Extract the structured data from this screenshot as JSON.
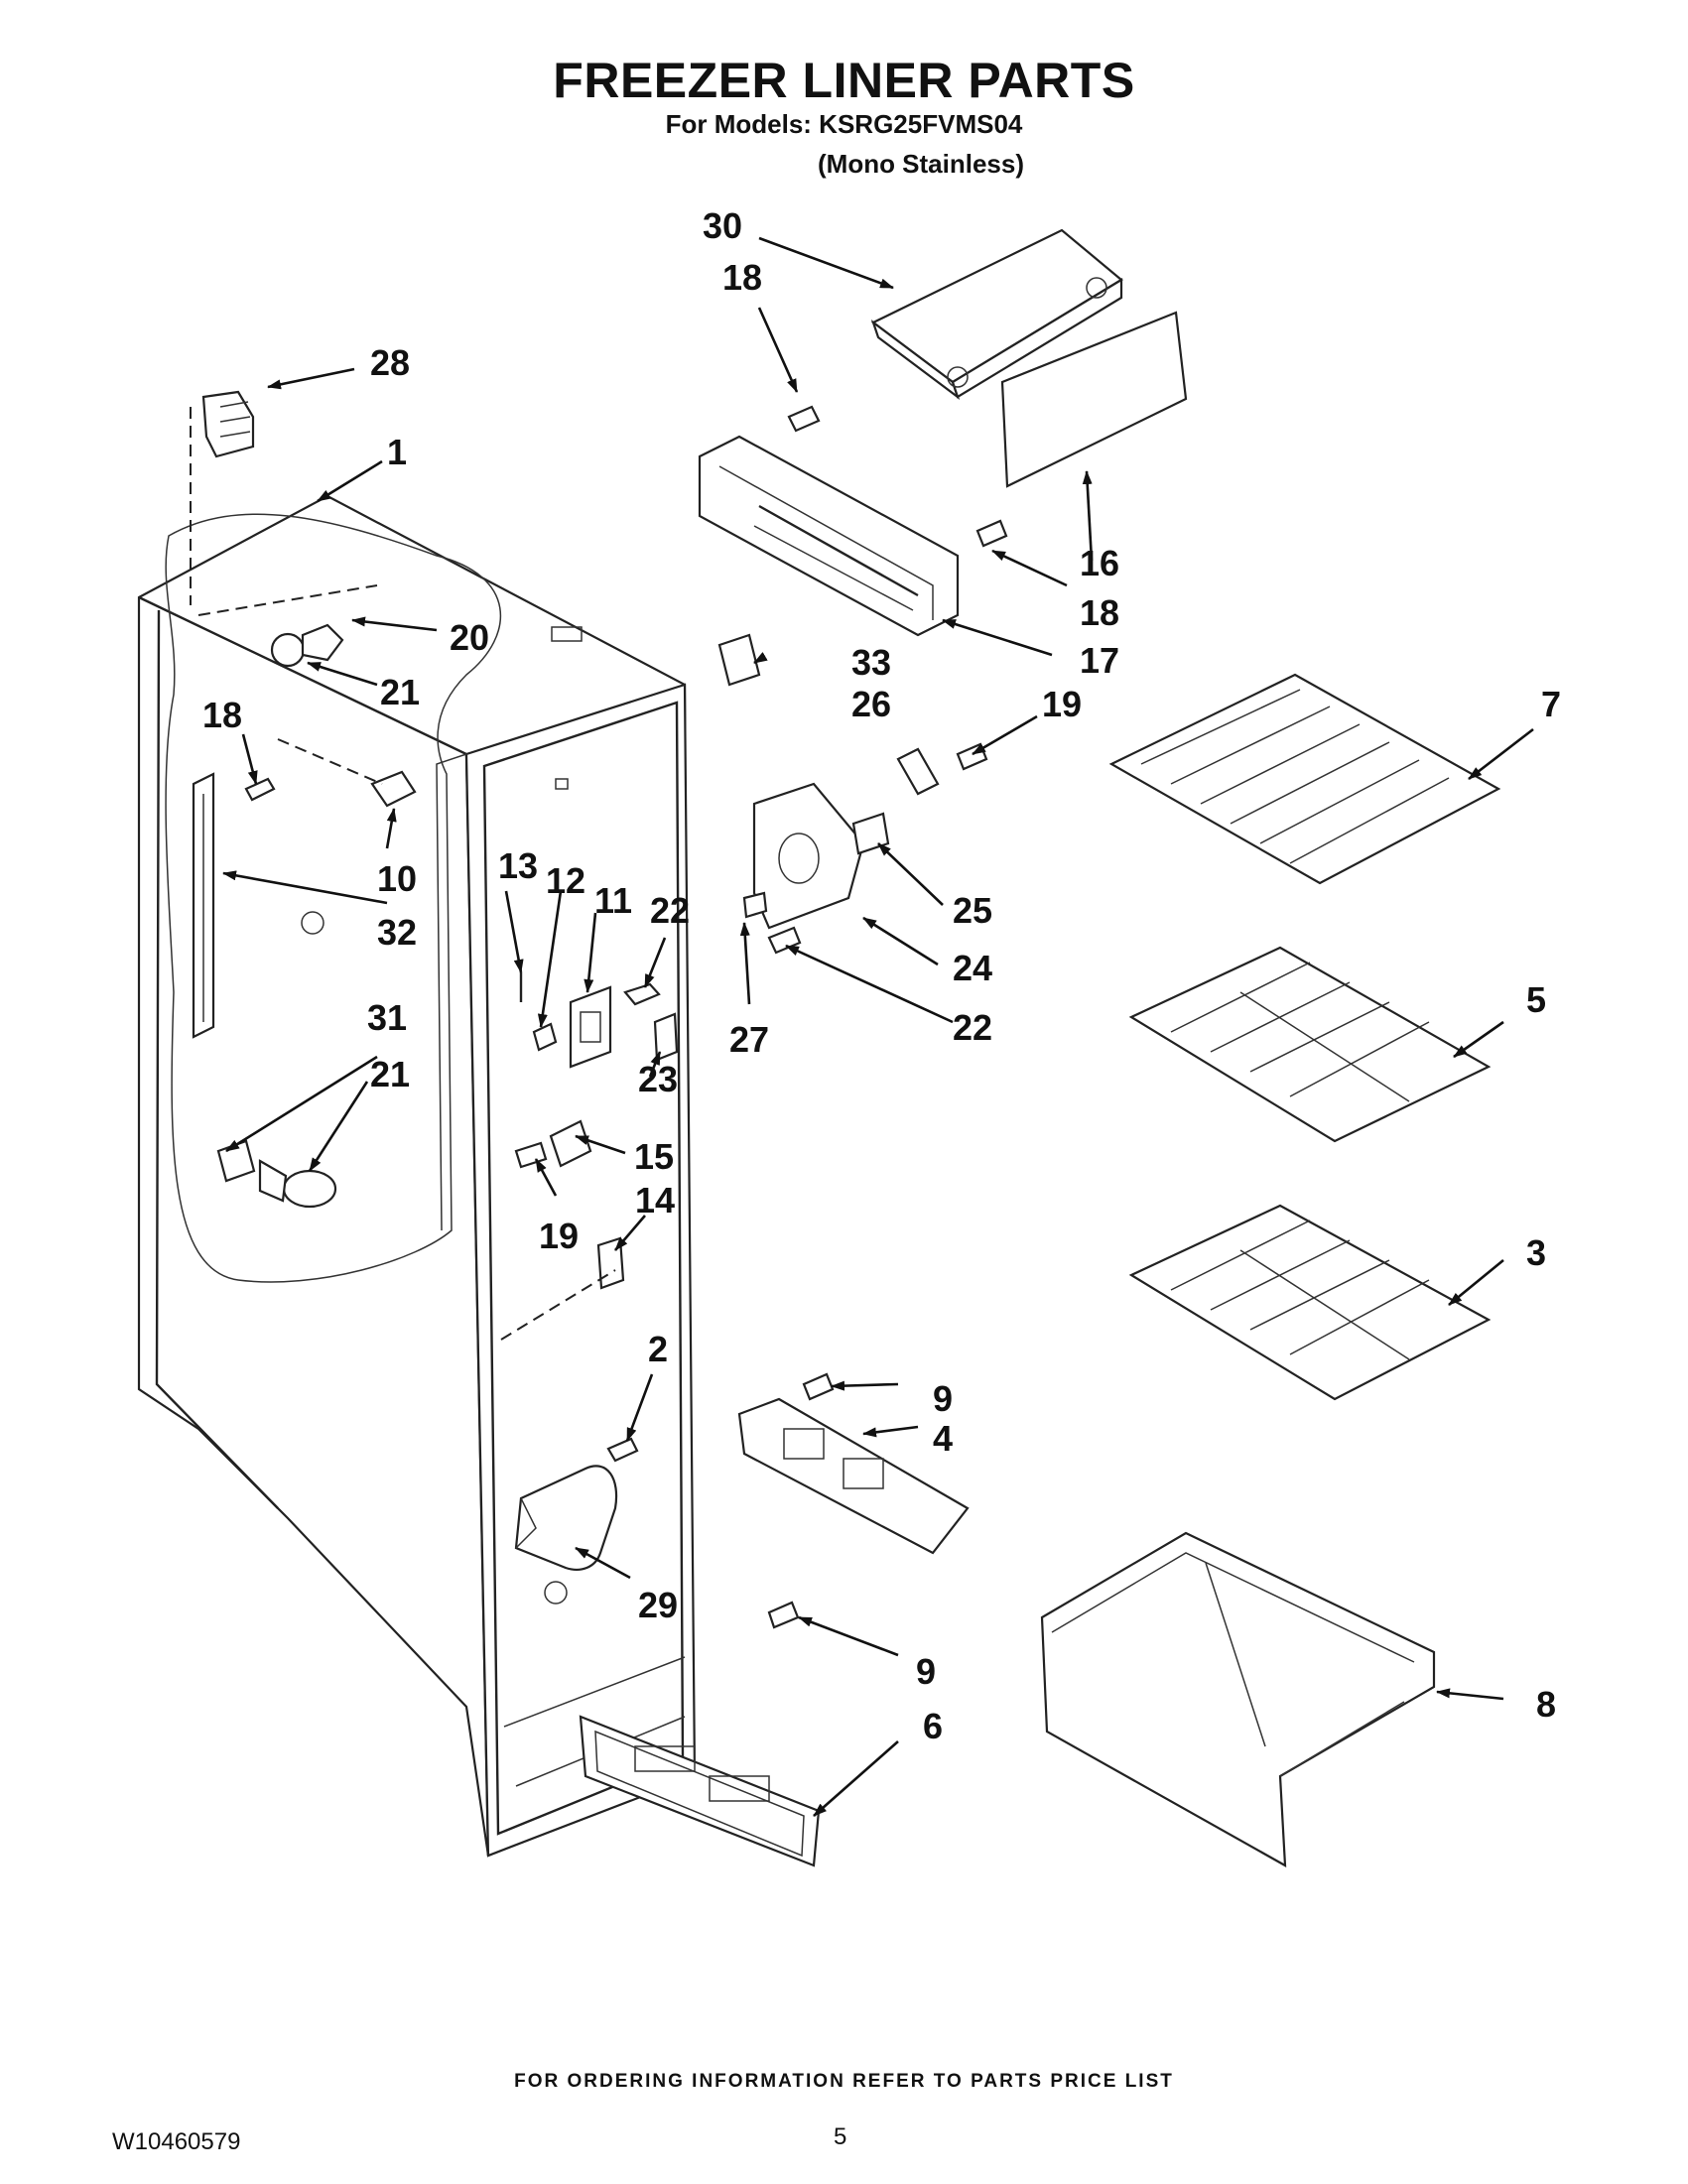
{
  "title": "FREEZER LINER PARTS",
  "models_line": "For Models: KSRG25FVMS04",
  "variant": "(Mono Stainless)",
  "callouts": [
    "30",
    "18",
    "28",
    "1",
    "16",
    "18",
    "20",
    "17",
    "21",
    "33",
    "26",
    "19",
    "7",
    "18",
    "10",
    "13",
    "12",
    "11",
    "22",
    "25",
    "32",
    "24",
    "31",
    "22",
    "27",
    "21",
    "23",
    "5",
    "15",
    "14",
    "19",
    "3",
    "2",
    "9",
    "4",
    "29",
    "8",
    "9",
    "6"
  ],
  "footer_note": "FOR ORDERING INFORMATION REFER TO PARTS PRICE LIST",
  "document_id": "W10460579",
  "page_number": "5"
}
